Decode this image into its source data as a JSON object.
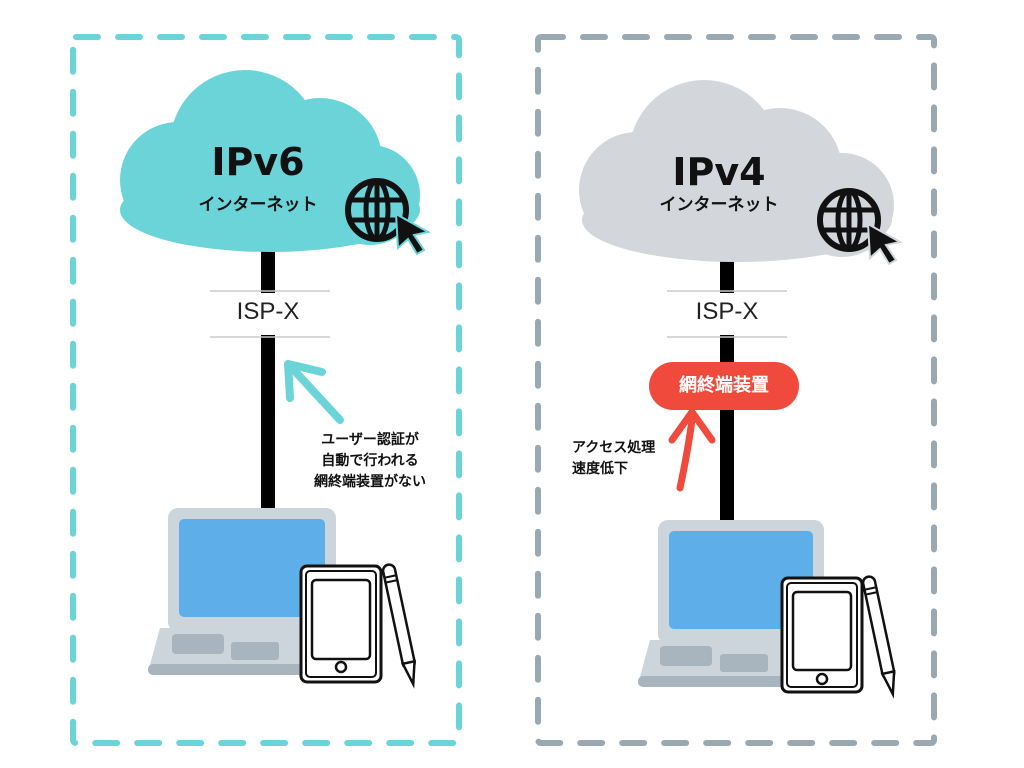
{
  "colors": {
    "ipv6_accent": "#6ad4d8",
    "ipv4_accent": "#9aa8b2",
    "ipv4_cloud": "#d3d6db",
    "alert": "#f04a3c",
    "screen": "#5daee9",
    "laptop_body": "#ccd4dc",
    "laptop_keys": "#a8b4be"
  },
  "left_panel": {
    "cloud_title": "IPv6",
    "cloud_subtitle": "インターネット",
    "cloud_icon": "globe-cursor-icon",
    "isp_label": "ISP-X",
    "note_lines": [
      "ユーザー認証が",
      "自動で行われる",
      "網終端装置がない"
    ],
    "arrow_icon": "arrow-up-left-icon",
    "devices": [
      "laptop-icon",
      "tablet-icon",
      "stylus-icon"
    ]
  },
  "right_panel": {
    "cloud_title": "IPv4",
    "cloud_subtitle": "インターネット",
    "cloud_icon": "globe-cursor-icon",
    "isp_label": "ISP-X",
    "badge_label": "網終端装置",
    "note_lines": [
      "アクセス処理",
      "速度低下"
    ],
    "arrow_icon": "arrow-up-icon",
    "devices": [
      "laptop-icon",
      "tablet-icon",
      "stylus-icon"
    ]
  }
}
